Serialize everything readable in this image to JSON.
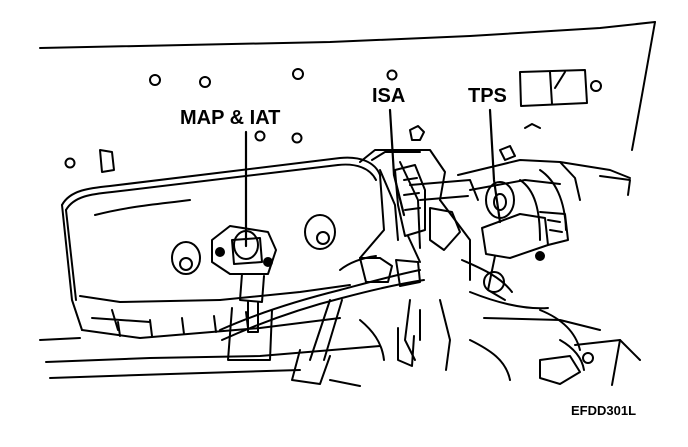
{
  "labels": {
    "map_iat": "MAP & IAT",
    "isa": "ISA",
    "tps": "TPS",
    "figure_code": "EFDD301L"
  },
  "colors": {
    "ink": "#000000",
    "paper": "#ffffff"
  }
}
